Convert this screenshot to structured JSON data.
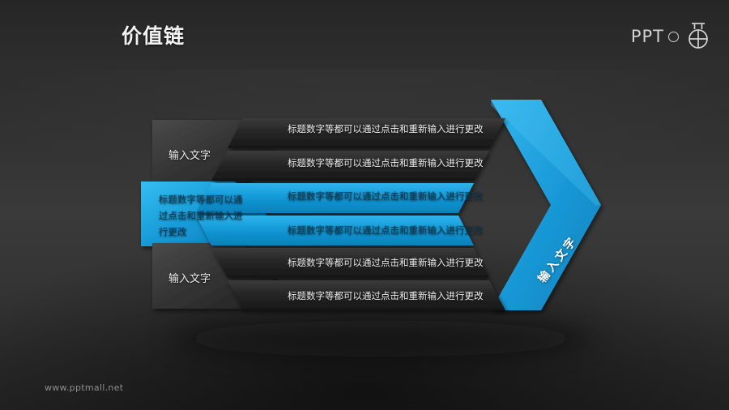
{
  "slide": {
    "title": "价值链",
    "background_top": "#232323",
    "background_mid": "#3a3a3a",
    "background_bottom": "#242424",
    "accent_blue": "#1a9ad8",
    "accent_blue_deep": "#0f86c8",
    "panel_dark": "#2c2c2c"
  },
  "logo": {
    "text": "PPT",
    "circle_icon": "o",
    "mark_name": "pptmall-target-icon"
  },
  "left_stages": [
    {
      "label": "输入文字",
      "highlight": false
    },
    {
      "label": "标题数字等都可以通过点击和重新输入进行更改",
      "highlight": true,
      "lines": [
        "标题数字等都可以通",
        "过点击和重新输入进",
        "行更改"
      ]
    },
    {
      "label": "输入文字",
      "highlight": false
    }
  ],
  "rows": [
    {
      "text": "标题数字等都可以通过点击和重新输入进行更改",
      "highlight": false
    },
    {
      "text": "标题数字等都可以通过点击和重新输入进行更改",
      "highlight": false
    },
    {
      "text": "标题数字等都可以通过点击和重新输入进行更改",
      "highlight": true
    },
    {
      "text": "标题数字等都可以通过点击和重新输入进行更改",
      "highlight": true
    },
    {
      "text": "标题数字等都可以通过点击和重新输入进行更改",
      "highlight": false
    },
    {
      "text": "标题数字等都可以通过点击和重新输入进行更改",
      "highlight": false
    }
  ],
  "arrow": {
    "label": "输入文字"
  },
  "footer": {
    "watermark": "www.pptmall.net"
  }
}
